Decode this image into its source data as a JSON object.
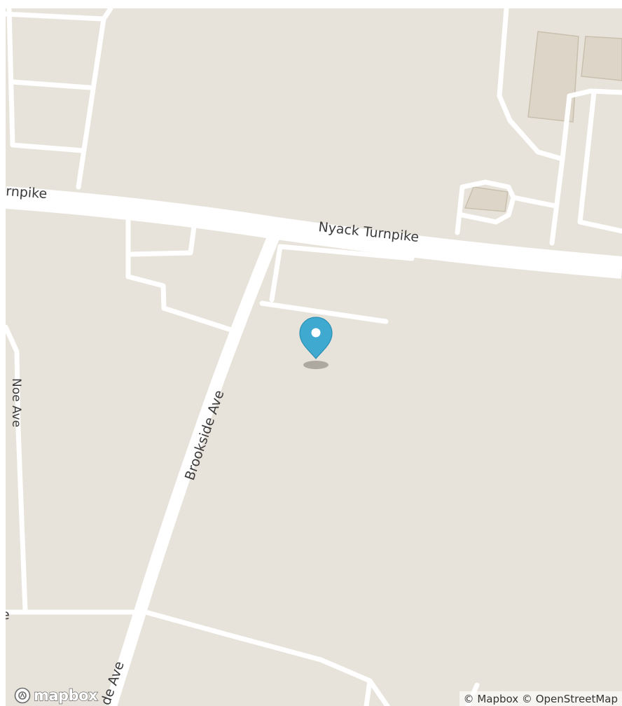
{
  "map": {
    "roads": {
      "nyack_turnpike_left": "rnpike",
      "nyack_turnpike_main": "Nyack Turnpike",
      "brookside_ave_main": "Brookside Ave",
      "brookside_ave_bottom": "de Ave",
      "noe_ave": "Noe Ave",
      "edge_fragment": "e"
    },
    "marker": {
      "color": "#3fa9cf",
      "icon": "map-pin-icon"
    },
    "logo": {
      "text": "mapbox",
      "icon": "mapbox-logo-icon"
    },
    "attribution": {
      "mapbox": "© Mapbox",
      "osm": "© OpenStreetMap"
    },
    "colors": {
      "land": "#e8e3da",
      "road": "#ffffff",
      "building": "#ddd6c8",
      "building_outline": "#c9bfae"
    }
  }
}
